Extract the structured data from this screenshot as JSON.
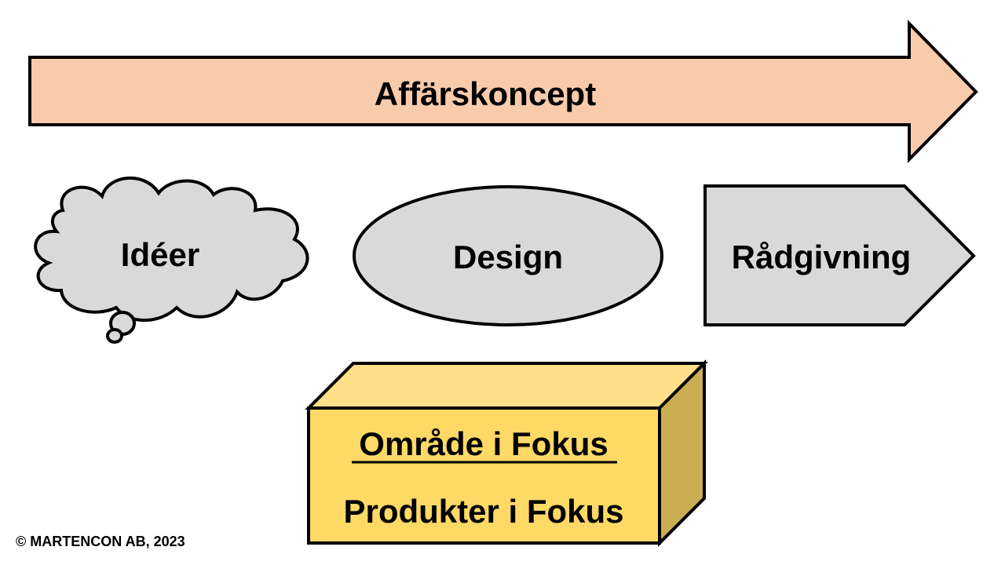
{
  "arrow": {
    "label": "Affärskoncept",
    "fill": "#F8CBAD"
  },
  "cloud": {
    "label": "Idéer",
    "fill": "#D9D9D9"
  },
  "ellipse": {
    "label": "Design",
    "fill": "#D9D9D9"
  },
  "pentagon": {
    "label": "Rådgivning",
    "fill": "#D9D9D9"
  },
  "box": {
    "line1": "Område i Fokus",
    "line2": "Produkter i Fokus",
    "front_fill": "#FFD966",
    "top_fill": "#FFE08A",
    "side_fill": "#CCAE52"
  },
  "footer": {
    "copyright": "© MARTENCON AB, 2023"
  }
}
